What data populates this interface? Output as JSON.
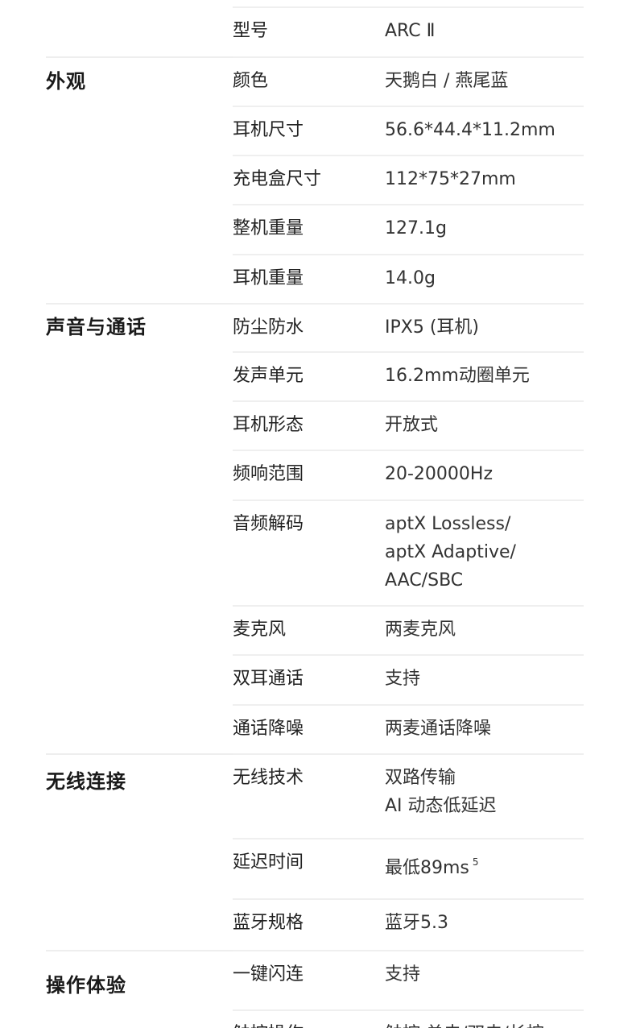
{
  "sections": [
    {
      "title": "",
      "rows": [
        {
          "label": "型号",
          "value": [
            "ARC Ⅱ"
          ]
        }
      ]
    },
    {
      "title": "外观",
      "rows": [
        {
          "label": "颜色",
          "value": [
            "天鹅白 / 燕尾蓝"
          ]
        },
        {
          "label": "耳机尺寸",
          "value": [
            "56.6*44.4*11.2mm"
          ]
        },
        {
          "label": "充电盒尺寸",
          "value": [
            "112*75*27mm"
          ]
        },
        {
          "label": "整机重量",
          "value": [
            "127.1g"
          ]
        },
        {
          "label": "耳机重量",
          "value": [
            "14.0g"
          ]
        }
      ]
    },
    {
      "title": "声音与通话",
      "rows": [
        {
          "label": "防尘防水",
          "value": [
            "IPX5 (耳机)"
          ]
        },
        {
          "label": "发声单元",
          "value": [
            "16.2mm动圈单元"
          ]
        },
        {
          "label": "耳机形态",
          "value": [
            "开放式"
          ]
        },
        {
          "label": "频响范围",
          "value": [
            "20-20000Hz"
          ]
        },
        {
          "label": "音频解码",
          "value": [
            "aptX Lossless/",
            "aptX Adaptive/",
            "AAC/SBC"
          ]
        },
        {
          "label": "麦克风",
          "value": [
            "两麦克风"
          ]
        },
        {
          "label": "双耳通话",
          "value": [
            "支持"
          ]
        },
        {
          "label": "通话降噪",
          "value": [
            "两麦通话降噪"
          ]
        }
      ]
    },
    {
      "title": "无线连接",
      "rows": [
        {
          "label": "无线技术",
          "value": [
            "双路传输",
            "AI 动态低延迟"
          ]
        },
        {
          "label": "延迟时间",
          "value": [
            "最低89ms"
          ],
          "sup": "5"
        },
        {
          "label": "蓝牙规格",
          "value": [
            "蓝牙5.3"
          ]
        }
      ]
    },
    {
      "title": "操作体验",
      "rows": [
        {
          "label": "一键闪连",
          "value": [
            "支持"
          ]
        },
        {
          "label": "触控操作",
          "value": [
            "触控 单击/双击/长按"
          ]
        }
      ]
    }
  ]
}
